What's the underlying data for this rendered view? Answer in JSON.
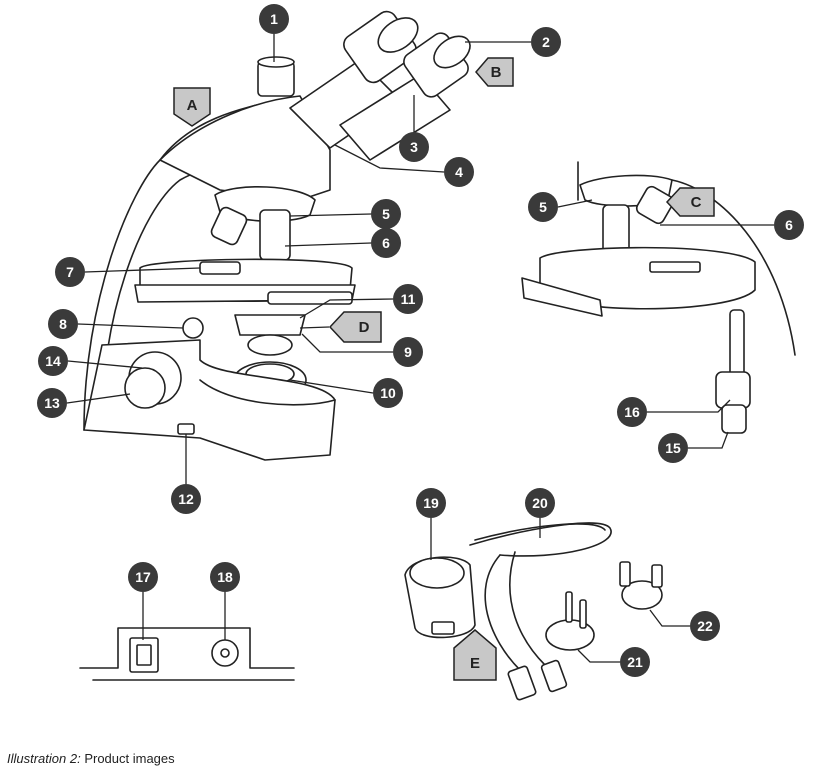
{
  "callouts": [
    {
      "id": "c1",
      "label": "1"
    },
    {
      "id": "c2",
      "label": "2"
    },
    {
      "id": "c3",
      "label": "3"
    },
    {
      "id": "c4",
      "label": "4"
    },
    {
      "id": "c5a",
      "label": "5"
    },
    {
      "id": "c6a",
      "label": "6"
    },
    {
      "id": "c7",
      "label": "7"
    },
    {
      "id": "c8",
      "label": "8"
    },
    {
      "id": "c9",
      "label": "9"
    },
    {
      "id": "c10",
      "label": "10"
    },
    {
      "id": "c11",
      "label": "11"
    },
    {
      "id": "c12",
      "label": "12"
    },
    {
      "id": "c13",
      "label": "13"
    },
    {
      "id": "c14",
      "label": "14"
    },
    {
      "id": "c5b",
      "label": "5"
    },
    {
      "id": "c6b",
      "label": "6"
    },
    {
      "id": "c15",
      "label": "15"
    },
    {
      "id": "c16",
      "label": "16"
    },
    {
      "id": "c17",
      "label": "17"
    },
    {
      "id": "c18",
      "label": "18"
    },
    {
      "id": "c19",
      "label": "19"
    },
    {
      "id": "c20",
      "label": "20"
    },
    {
      "id": "c21",
      "label": "21"
    },
    {
      "id": "c22",
      "label": "22"
    }
  ],
  "tags": [
    {
      "id": "tA",
      "label": "A"
    },
    {
      "id": "tB",
      "label": "B"
    },
    {
      "id": "tC",
      "label": "C"
    },
    {
      "id": "tD",
      "label": "D"
    },
    {
      "id": "tE",
      "label": "E"
    }
  ],
  "caption": {
    "label": "Illustration 2:",
    "text": " Product images"
  },
  "colors": {
    "callout_fill": "#3a3a3a",
    "tag_fill": "#c8c8c8",
    "line": "#222222"
  }
}
